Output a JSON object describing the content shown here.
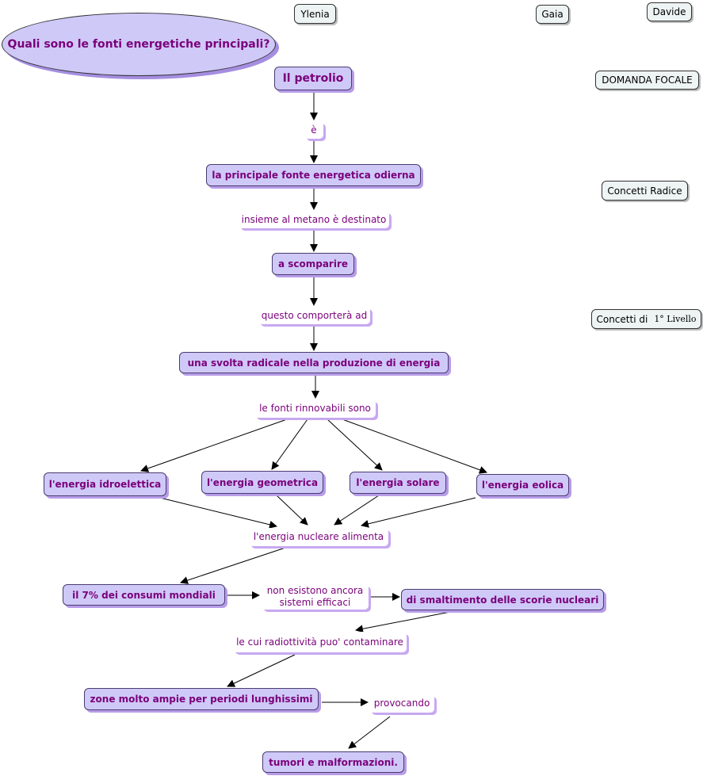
{
  "authors": {
    "ylenia": "Ylenia",
    "gaia": "Gaia",
    "davide": "Davide"
  },
  "focus_question": "Quali sono le fonti energetiche principali?",
  "legend": {
    "focal": "DOMANDA FOCALE",
    "root": "Concetti Radice",
    "level1_prefix": "Concetti di",
    "level1_suffix": "1° Livello"
  },
  "concepts": {
    "petrolio": "Il petrolio",
    "principale": "la principale fonte energetica odierna",
    "scomparire": "a scomparire",
    "svolta": "una svolta radicale nella produzione di energia",
    "idroelettica": "l'energia idroelettica",
    "geometrica": "l'energia geometrica",
    "solare": "l'energia solare",
    "eolica": "l'energia eolica",
    "sette": "il 7% dei consumi mondiali",
    "smaltimento": "di smaltimento delle scorie nucleari",
    "zone": "zone molto ampie per periodi lunghissimi",
    "tumori": "tumori e malformazioni."
  },
  "links": {
    "e": "è",
    "metano": "insieme al metano è destinato",
    "comportera": "questo comporterà ad",
    "rinnovabili": "le fonti rinnovabili sono",
    "nucleare": "l'energia nucleare alimenta",
    "non_esistono": "non esistono ancora\nsistemi efficaci",
    "radiottivita": "le cui radiottività puo' contaminare",
    "provocando": "provocando"
  },
  "colors": {
    "concept_fill": "#cfc9f8",
    "concept_text": "#7a007a",
    "shadow": "#b79ce8",
    "legend_fill": "#eef4f4"
  }
}
